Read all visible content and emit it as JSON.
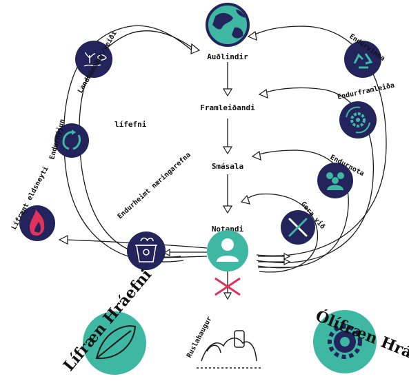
{
  "colors": {
    "navy": "#23245c",
    "teal": "#3fb8a3",
    "red": "#e0325a",
    "ink": "#1a1a1a"
  },
  "center": {
    "resources": "Auðlindir",
    "producer": "Framleiðandi",
    "retail": "Smásala",
    "user": "Notandi",
    "landfill": "Ruslahaugur"
  },
  "left_loop": {
    "farming": "Landbúnaður/veiði",
    "renewal": "Endurnýjun",
    "biomass": "lífefni",
    "biofuel": "Lífrænt eldsneyti",
    "nutrient_recovery": "Endurheimt næringarefna"
  },
  "right_loop": {
    "recycle": "Endurvinna",
    "remanufacture": "Endurframleiða",
    "reuse": "Endurnota",
    "repair": "Gera við"
  },
  "bottom": {
    "organic": "Lífræn Hráefni",
    "inorganic": "Ólífræn Hráefni"
  },
  "icons": {
    "resources": "globe-icon",
    "farming": "plant-hand-fish-icon",
    "renewal": "recycle-icon",
    "biofuel": "flame-icon",
    "nutrient_recovery": "compost-bin-icon",
    "recycle": "recycle-icon",
    "remanufacture": "gear-cycle-icon",
    "reuse": "people-icon",
    "repair": "wrench-screwdriver-icon",
    "user": "user-icon",
    "landfill": "trash-pile-icon",
    "organic": "leaf-icon",
    "inorganic": "gear-icon",
    "landfill_cross": "cross-icon"
  }
}
